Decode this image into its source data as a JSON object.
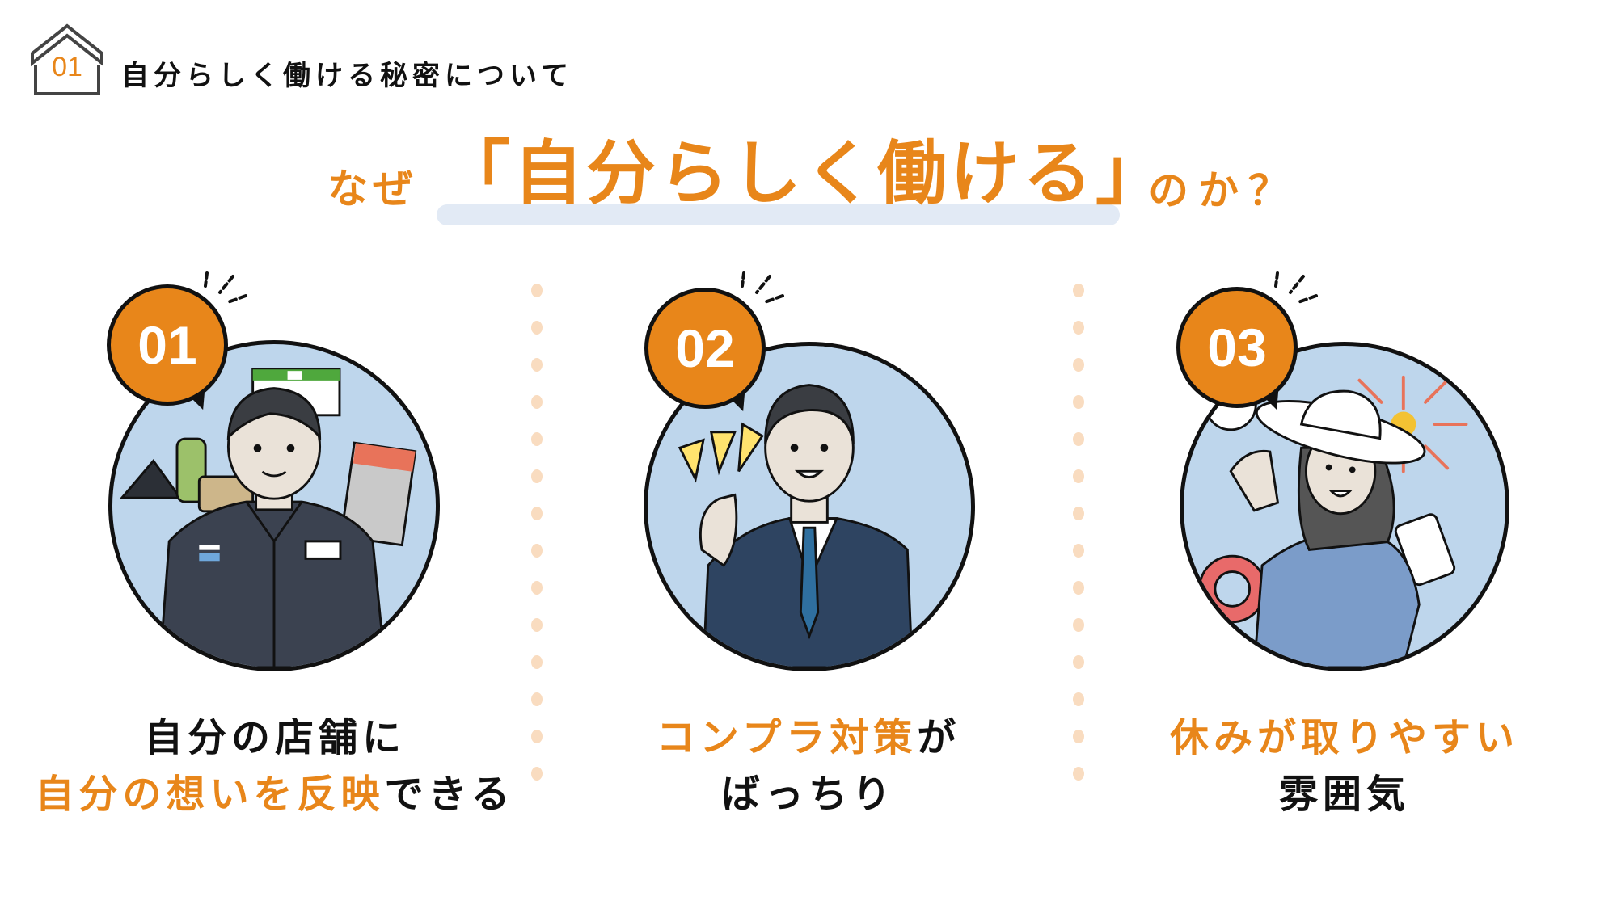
{
  "header": {
    "section_number": "01",
    "title": "自分らしく働ける秘密について",
    "icon": "house-icon"
  },
  "headline": {
    "prefix": "なぜ",
    "emphasis": "「自分らしく働ける」",
    "suffix": "のか？"
  },
  "colors": {
    "accent": "#E8861A",
    "circle_bg": "#BED6EC",
    "highlight_band": "#E2EAF5",
    "divider_dot": "#F9DCC0",
    "text": "#111111"
  },
  "points": [
    {
      "number": "01",
      "illustration": "convenience-store-clerk-illustration",
      "caption_line1": [
        {
          "text": "自分の店舗に",
          "accent": false
        }
      ],
      "caption_line2": [
        {
          "text": "自分の想いを反映",
          "accent": true
        },
        {
          "text": "できる",
          "accent": false
        }
      ]
    },
    {
      "number": "02",
      "illustration": "businessman-thumbs-up-illustration",
      "caption_line1": [
        {
          "text": "コンプラ対策",
          "accent": true
        },
        {
          "text": "が",
          "accent": false
        }
      ],
      "caption_line2": [
        {
          "text": "ばっちり",
          "accent": false
        }
      ]
    },
    {
      "number": "03",
      "illustration": "woman-vacation-illustration",
      "caption_line1": [
        {
          "text": "休みが取りやすい",
          "accent": true
        }
      ],
      "caption_line2": [
        {
          "text": "雰囲気",
          "accent": false
        }
      ]
    }
  ]
}
